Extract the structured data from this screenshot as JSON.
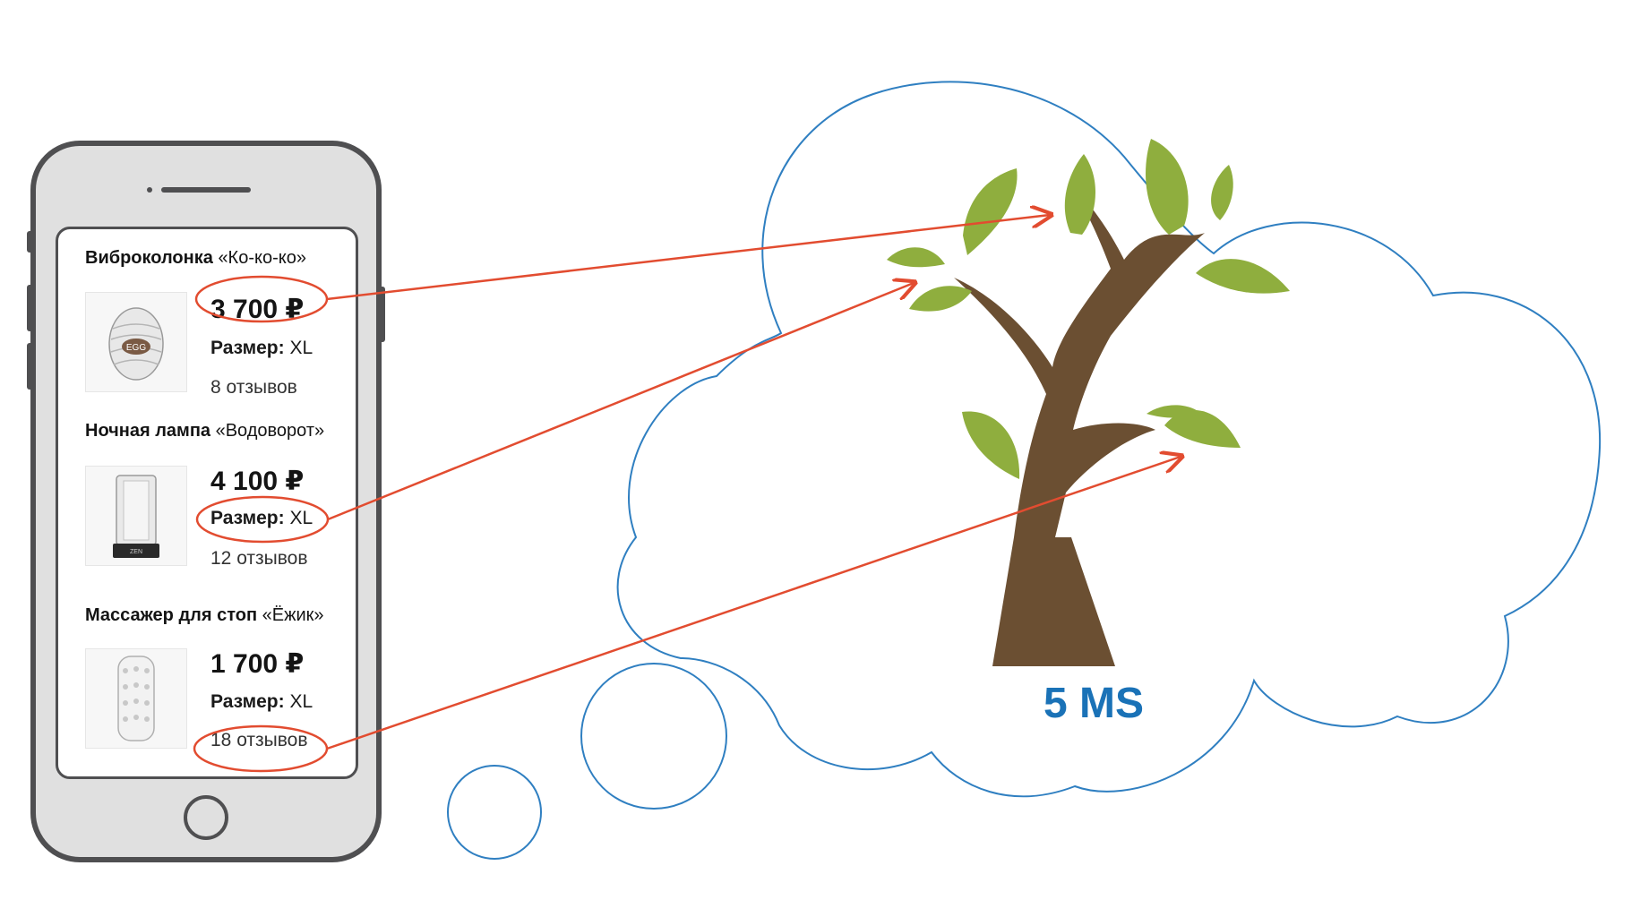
{
  "phone": {
    "products": [
      {
        "name": "Виброколонка",
        "quoted_name": "«Ко-ко-ко»",
        "image_icon": "egg-product-image",
        "image_label": "EGG",
        "price": "3 700  ₽",
        "size_label": "Размер:",
        "size_value": "XL",
        "reviews": "8 отзывов"
      },
      {
        "name": "Ночная лампа",
        "quoted_name": "«Водоворот»",
        "image_icon": "cylinder-product-image",
        "image_label": "ZEN",
        "price": "4 100  ₽",
        "size_label": "Размер:",
        "size_value": "XL",
        "reviews": "12 отзывов"
      },
      {
        "name": "Массажер для стоп",
        "quoted_name": "«Ёжик»",
        "image_icon": "spiked-sleeve-product-image",
        "image_label": "",
        "price": "1 700  ₽",
        "size_label": "Размер:",
        "size_value": "XL",
        "reviews": "18 отзывов"
      }
    ]
  },
  "cloud": {
    "latency_label": "5 MS"
  },
  "colors": {
    "phone_frame": "#4f4f51",
    "phone_body": "#e0e0e0",
    "cloud_outline": "#2f7fc1",
    "arrow": "#e24c30",
    "trunk": "#6b4f32",
    "leaf": "#8fae3e",
    "latency_text": "#1a72b7"
  }
}
